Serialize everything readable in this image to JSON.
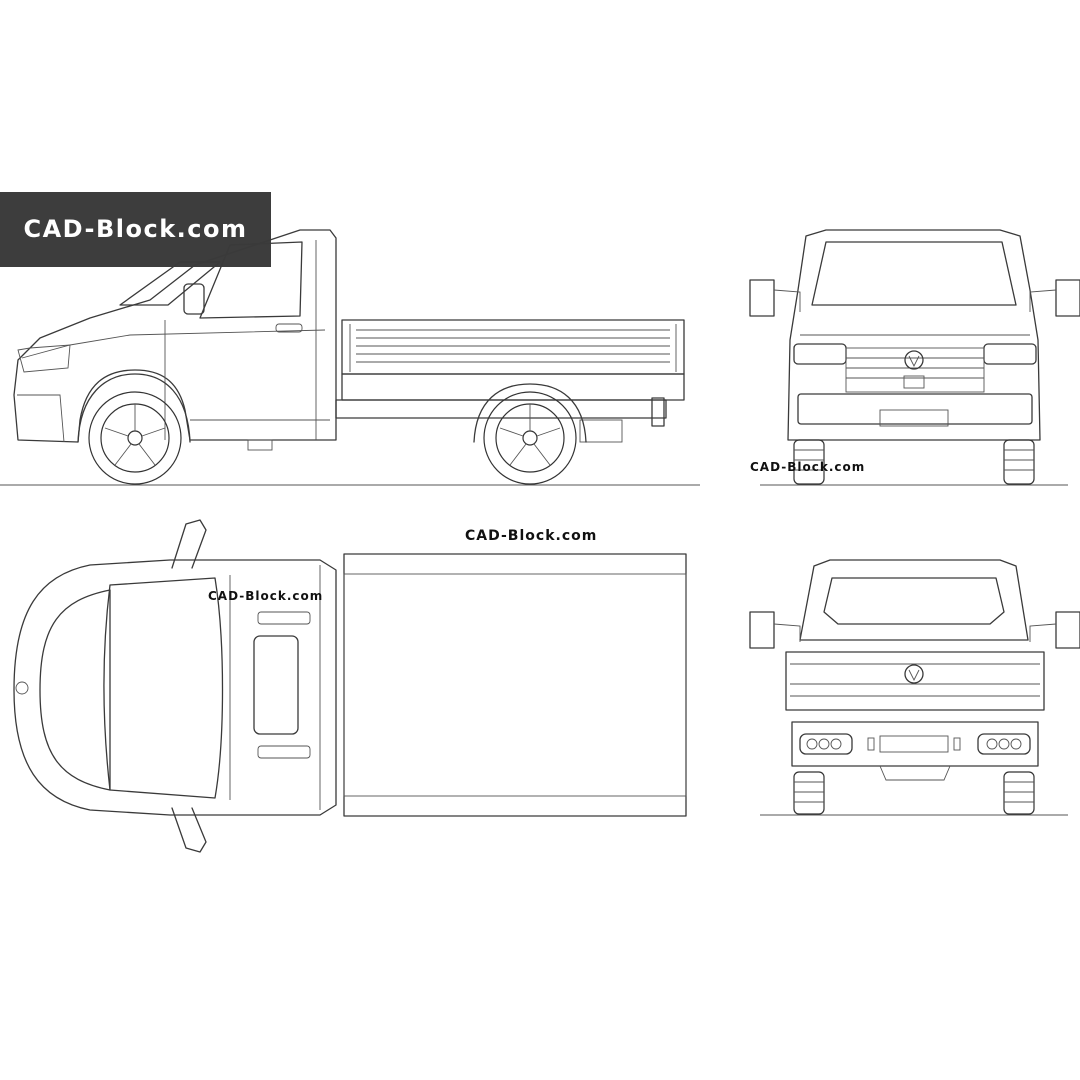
{
  "watermark": {
    "banner_text": "CAD-Block.com",
    "side_view_text": "CAD-Block.com",
    "front_view_text": "CAD-Block.com",
    "top_view_text": "CAD-Block.com",
    "top_view_label_above": "CAD-Block.com"
  },
  "colors": {
    "banner_background": "#3d3d3d",
    "banner_text": "#ffffff",
    "line": "#3a3a3a",
    "background": "#ffffff"
  }
}
